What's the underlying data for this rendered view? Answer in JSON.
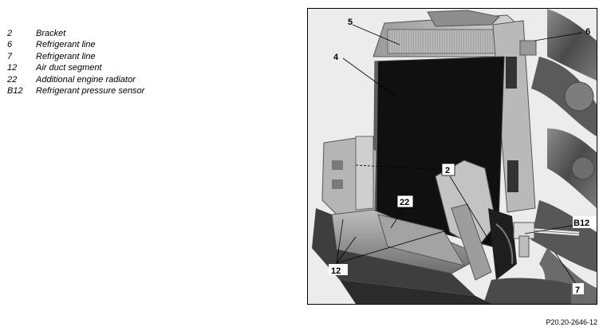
{
  "legend": [
    {
      "key": "2",
      "label": "Bracket"
    },
    {
      "key": "6",
      "label": "Refrigerant line"
    },
    {
      "key": "7",
      "label": "Refrigerant line"
    },
    {
      "key": "12",
      "label": "Air duct segment"
    },
    {
      "key": "22",
      "label": "Additional engine radiator"
    },
    {
      "key": "B12",
      "label": "Refrigerant pressure sensor"
    }
  ],
  "callouts": {
    "c5": "5",
    "c6": "6",
    "c4": "4",
    "c2": "2",
    "c22": "22",
    "cB12": "B12",
    "c12": "12",
    "c7": "7"
  },
  "reference": "P20.20-2646-12"
}
